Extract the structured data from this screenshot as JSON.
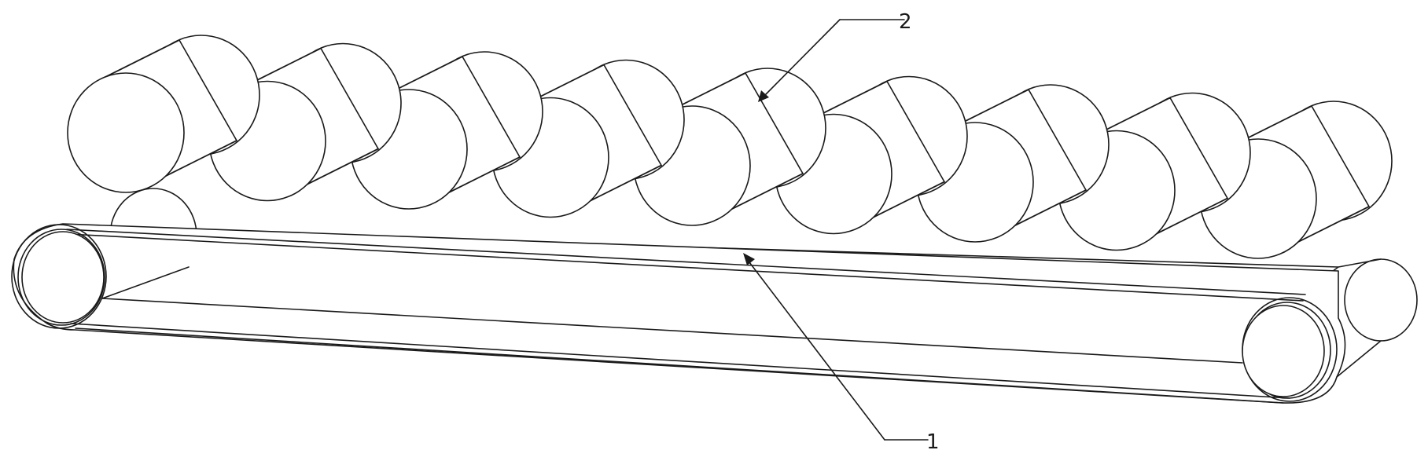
{
  "figure": {
    "callouts": [
      {
        "id": "roller-callout",
        "label": "2"
      },
      {
        "id": "belt-callout",
        "label": "1"
      }
    ],
    "roller_count": 9
  }
}
